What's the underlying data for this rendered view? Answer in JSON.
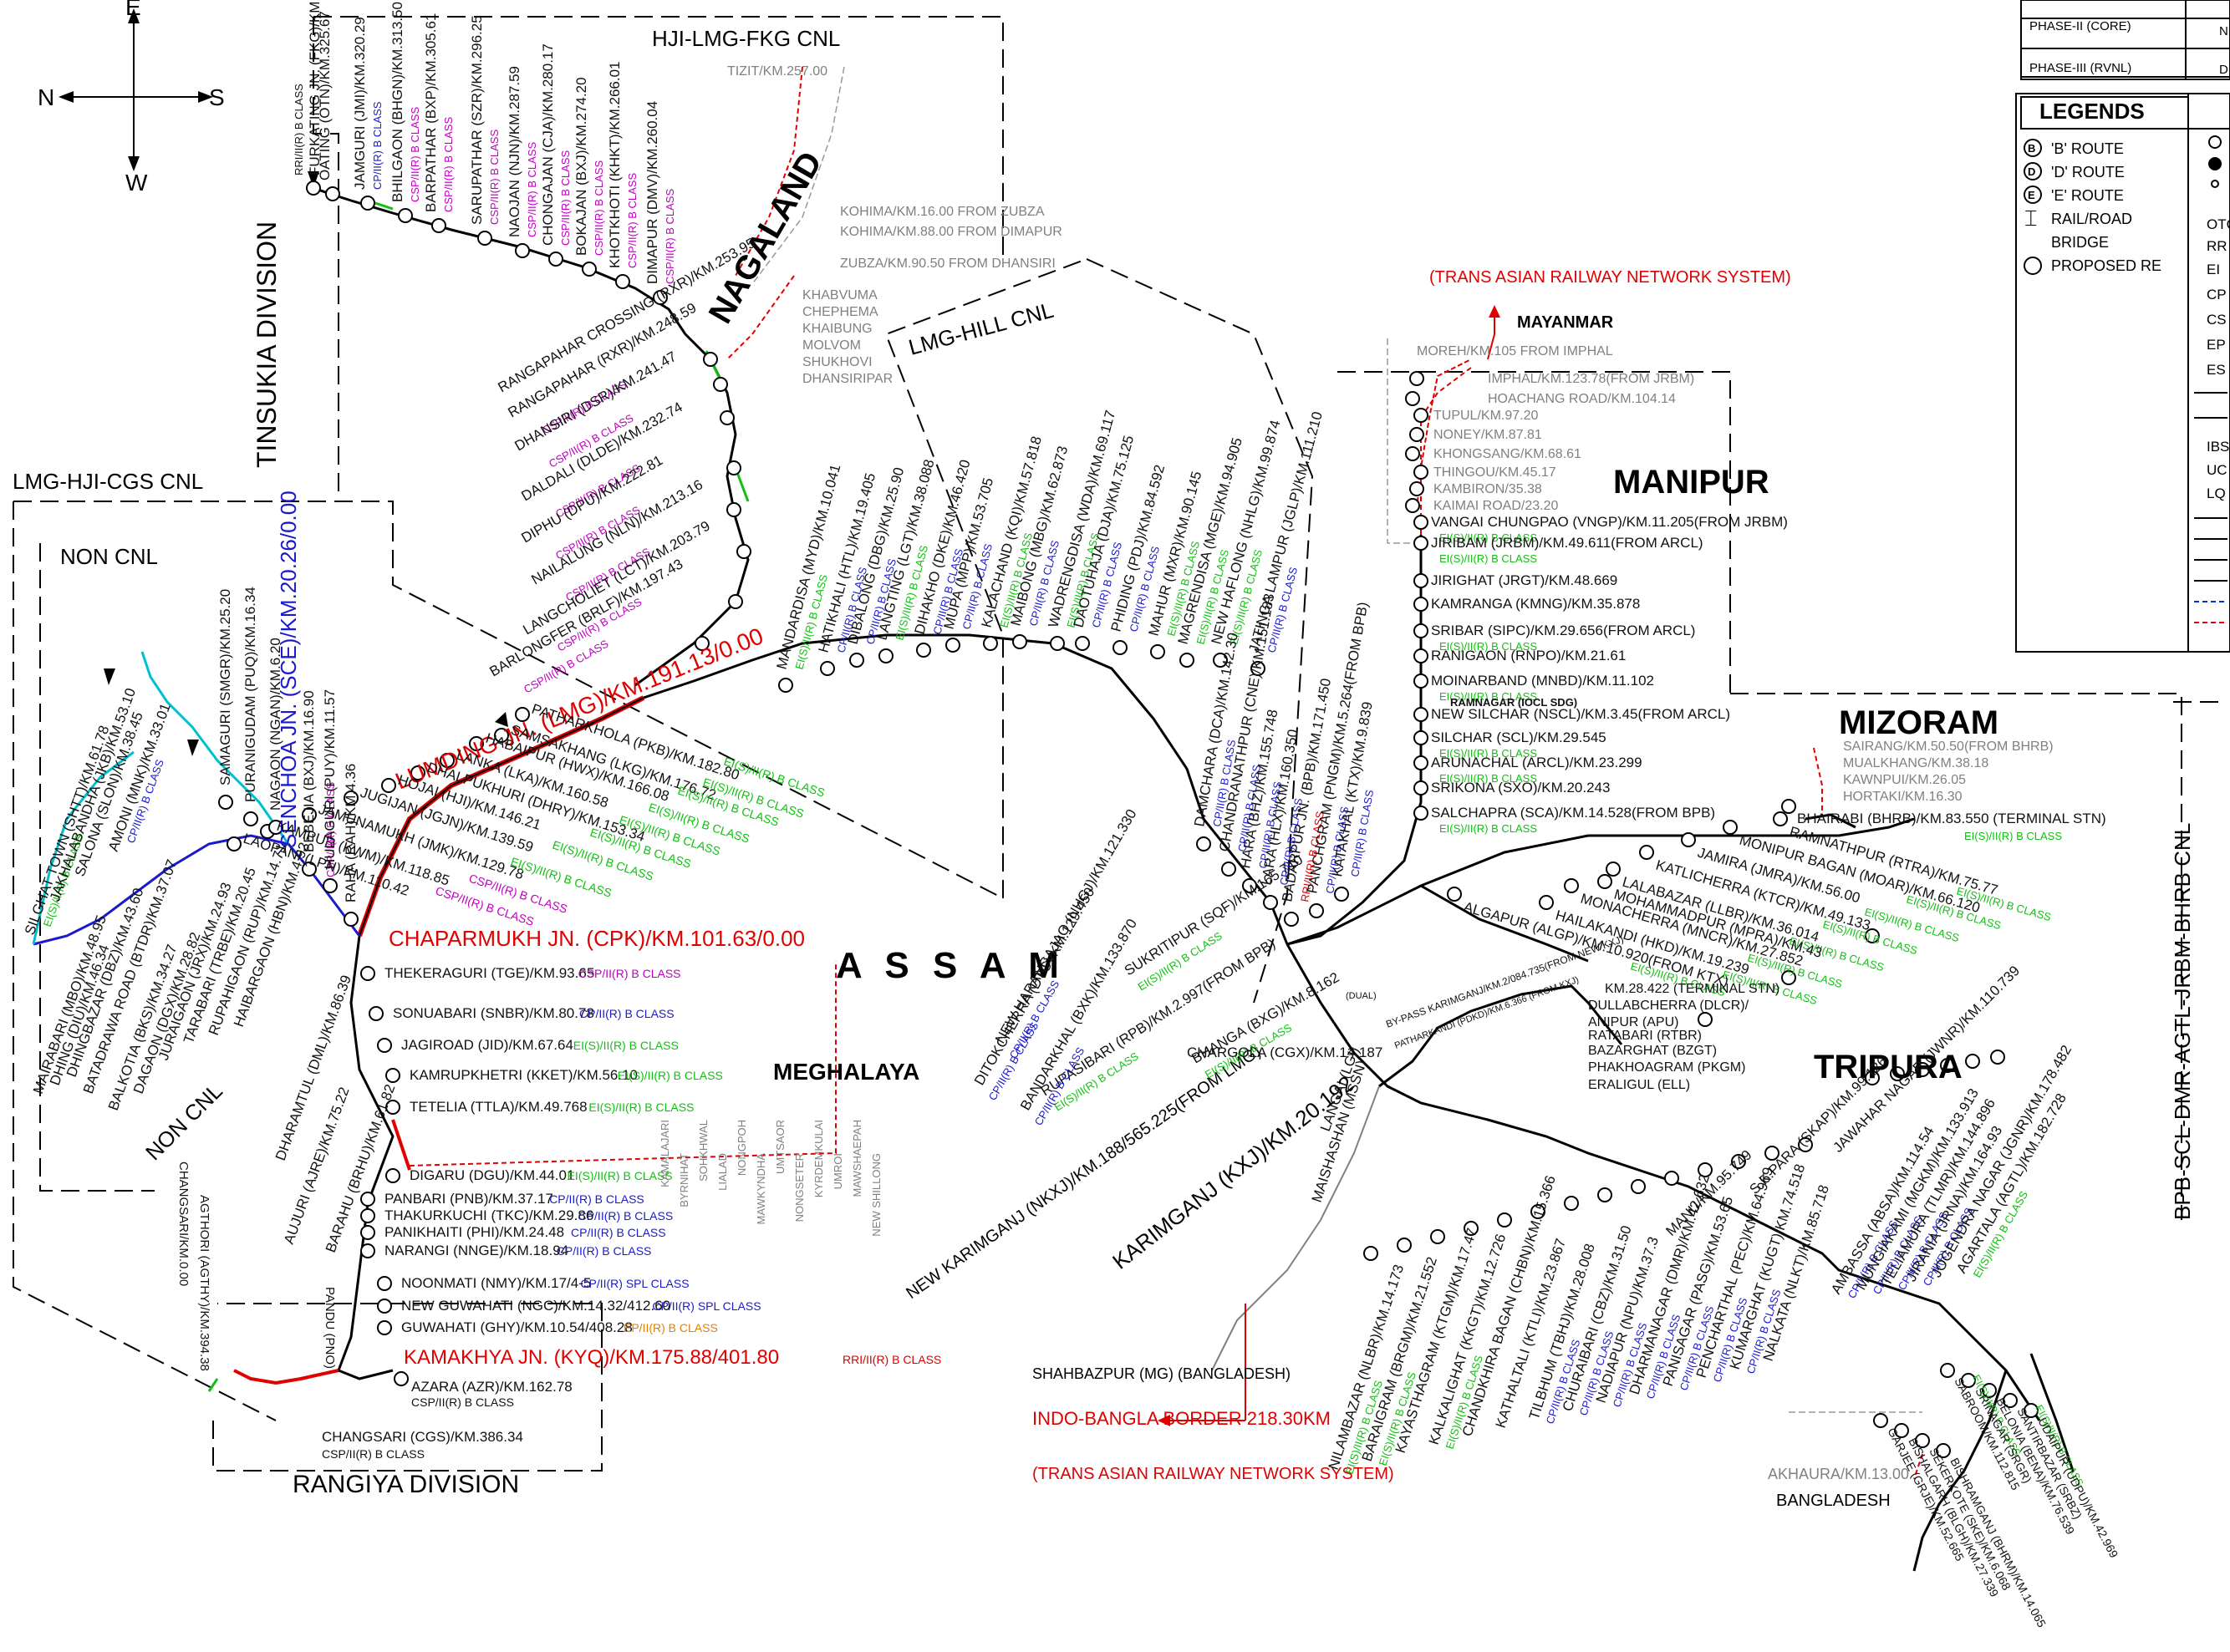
{
  "compass": {
    "north": "N",
    "south": "S",
    "east": "E",
    "west": "W"
  },
  "regions": {
    "tinsukia": "TINSUKIA DIVISION",
    "rangiya": "RANGIYA DIVISION",
    "hji_lmg_fkg": "HJI-LMG-FKG CNL",
    "lmg_hji_cgs": "LMG-HJI-CGS CNL",
    "lmg_hill": "LMG-HILL CNL",
    "non_cnl_top": "NON CNL",
    "non_cnl_side": "NON CNL",
    "bpb_scl": "BPB-SCL-DMR-AGTL-JRBM-BHRB CNL"
  },
  "states": {
    "nagaland": "NAGALAND",
    "assam": "A S S A M",
    "meghalaya": "MEGHALAYA",
    "manipur": "MANIPUR",
    "mizoram": "MIZORAM",
    "tripura": "TRIPURA",
    "mayanmar": "MAYANMAR",
    "bangladesh": "BANGLADESH"
  },
  "phase_table": {
    "rows": [
      "PHASE-II (CORE)",
      "PHASE-III (RVNL)"
    ],
    "right_cells": [
      "N",
      "D"
    ]
  },
  "legends": {
    "title": "LEGENDS",
    "items": [
      "'B' ROUTE",
      "'D' ROUTE",
      "'E' ROUTE",
      "RAIL/ROAD",
      "BRIDGE",
      "PROPOSED RE"
    ],
    "abbr": [
      "OTC",
      "RR",
      "EI",
      "CP",
      "CS",
      "EP",
      "ES",
      "IBS",
      "UC",
      "LQ"
    ]
  },
  "special": {
    "lumding": "LUMDING JN. (LMG)/KM.191.13/0.00",
    "chaparmukh": "CHAPARMUKH JN. (CPK)/KM.101.63/0.00",
    "senchoa": "SENCHOA JN. (SCE)/KM.20.26/0.00",
    "kamakhya": "KAMAKHYA JN. (KYQ)/KM.175.88/401.80",
    "kamakhya_class": "RRI/II(R) B CLASS",
    "karimganj": "KARIMGANJ (KXJ)/KM.20.192",
    "new_karimganj": "NEW KARIMGANJ (NKXJ)/KM.188/565.225(FROM LMG)",
    "trans_asian_top": "(TRANS ASIAN RAILWAY NETWORK SYSTEM)",
    "indo_bangla": "INDO-BANGLA BORDER 218.30KM",
    "trans_asian_bottom": "(TRANS ASIAN RAILWAY NETWORK SYSTEM)",
    "shahbazpur": "SHAHBAZPUR (MG) (BANGLADESH)",
    "akhaura": "AKHAURA/KM.13.00",
    "tizit": "TIZIT/KM.257.00"
  },
  "nagaland_grey": [
    "KOHIMA/KM.16.00 FROM ZUBZA",
    "KOHIMA/KM.88.00 FROM DIMAPUR",
    "ZUBZA/KM.90.50 FROM DHANSIRI",
    "KHABVUMA",
    "CHEPHEMA",
    "KHAIBUNG",
    "MOLVOM",
    "SHUKHOVI",
    "DHANSIRIPAR"
  ],
  "manipur_grey": [
    "MOREH/KM.105 FROM IMPHAL",
    "IMPHAL/KM.123.78(FROM JRBM)",
    "HOACHANG ROAD/KM.104.14",
    "TUPUL/KM.97.20",
    "NONEY/KM.87.81",
    "KHONGSANG/KM.68.61",
    "THINGOU/KM.45.17",
    "KAMBIRON/35.38",
    "KAIMAI ROAD/23.20"
  ],
  "meghalaya_stations": [
    "KAMALAJARI",
    "BYRNIHAT",
    "SOHKHWAL",
    "LIALAD",
    "NONGPOH",
    "MAWKYNDHA",
    "UMTSAOR",
    "NONGSETER",
    "KYRDEMKULAI",
    "UMROI",
    "MAWSHAEPAH",
    "NEW SHILLONG"
  ],
  "mizoram_grey": [
    "SAIRANG/KM.50.50(FROM BHRB)",
    "MUALKHANG/KM.38.18",
    "KAWNPUI/KM.26.05",
    "HORTAKI/KM.16.30"
  ],
  "tinsukia_line": [
    {
      "n": "OATING (OTN)/KM.325.67",
      "c": "",
      "col": "#000"
    },
    {
      "n": "JAMGURI (JMI)/KM.320.29",
      "c": "CP/II(R) B CLASS",
      "col": "#1a1acc"
    },
    {
      "n": "BHILGAON (BHGN)/KM.313.50",
      "c": "CSP/II(R) B CLASS",
      "col": "#c000c0"
    },
    {
      "n": "BARPATHAR (BXP)/KM.305.61",
      "c": "CSP/II(R) B CLASS",
      "col": "#c000c0"
    },
    {
      "n": "SARUPATHAR (SZR)/KM.296.25",
      "c": "CSP/II(R) B CLASS",
      "col": "#c000c0"
    },
    {
      "n": "NAOJAN (NJN)/KM.287.59",
      "c": "CSP/II(R) B CLASS",
      "col": "#c000c0"
    },
    {
      "n": "CHONGAJAN (CJA)/KM.280.17",
      "c": "CSP/II(R) B CLASS",
      "col": "#c000c0"
    },
    {
      "n": "BOKAJAN (BXJ)/KM.274.20",
      "c": "CSP/II(R) B CLASS",
      "col": "#c000c0"
    },
    {
      "n": "KHOTKHOTI (KHKT)/KM.266.01",
      "c": "CSP/II(R) B CLASS",
      "col": "#c000c0"
    },
    {
      "n": "DIMAPUR (DMV)/KM.260.04",
      "c": "CSP/II(R) B CLASS",
      "col": "#c000c0"
    }
  ],
  "furkating": {
    "n": "FURKATING JN. (FKG)/KM.329.98/0.00",
    "c": "RRI/II(R) B CLASS"
  },
  "hill_line": [
    {
      "n": "RANGAPAHAR CROSSING (RXR)/KM.253.95",
      "c": ""
    },
    {
      "n": "RANGAPAHAR (RXR)/KM.248.59",
      "c": "CSP/II(R) B CLASS",
      "col": "#c000c0"
    },
    {
      "n": "DHANSIRI (DSR)/KM.241.47",
      "c": "CSP/II(R) B CLASS",
      "col": "#c000c0"
    },
    {
      "n": "DALDALI (DLDE)/KM.232.74",
      "c": "CSP/II(R) B CLASS",
      "col": "#c000c0"
    },
    {
      "n": "DIPHU (DPU)/KM.222.81",
      "c": "CSP/II(R) B CLASS",
      "col": "#c000c0"
    },
    {
      "n": "NAILALUNG (NLN)/KM.213.16",
      "c": "CSP/II(R) B CLASS",
      "col": "#c000c0"
    },
    {
      "n": "LANGCHOLIET (LCT)/KM.203.79",
      "c": "CSP/II(R) B CLASS",
      "col": "#c000c0"
    },
    {
      "n": "BARLONGFER (BRLF)/KM.197.43",
      "c": "CSP/II(R) B CLASS",
      "col": "#c000c0"
    }
  ],
  "lmg_hill_line": [
    {
      "n": "MANDARDISA (MYD)/KM.10.041",
      "c": "EI(S)/II(R) B CLASS",
      "col": "#10c010"
    },
    {
      "n": "HATIKHALI (HTL)/KM.19.405",
      "c": "CP/II(R) B CLASS",
      "col": "#1a1acc"
    },
    {
      "n": "DIBALONG (DBG)/KM.25.90",
      "c": "CP/II(R) B CLASS",
      "col": "#1a1acc"
    },
    {
      "n": "LANGTING (LGT)/KM.38.088",
      "c": "EI(S)/II(R) B CLASS",
      "col": "#10c010"
    },
    {
      "n": "DIHAKHO (DKE)/KM.46.420",
      "c": "CP/II(R) B CLASS",
      "col": "#1a1acc"
    },
    {
      "n": "MUPA (MPP)/KM.53.705",
      "c": "CP/II(R) B CLASS",
      "col": "#1a1acc"
    },
    {
      "n": "KALACHAND (KQI)/KM.57.818",
      "c": "EI(S)/II(R) B CLASS",
      "col": "#10c010"
    },
    {
      "n": "MAIBONG (MBG)/KM.62.873",
      "c": "CP/II(R) B CLASS",
      "col": "#1a1acc"
    },
    {
      "n": "WADRENGDISA (WDA)/KM.69.117",
      "c": "EI(S)/II(R) B CLASS",
      "col": "#10c010"
    },
    {
      "n": "DAOTUHAJA (DJA)/KM.75.125",
      "c": "CP/II(R) B CLASS",
      "col": "#1a1acc"
    },
    {
      "n": "PHIDING (PDJ)/KM.84.592",
      "c": "CP/II(R) B CLASS",
      "col": "#1a1acc"
    },
    {
      "n": "MAHUR (MXR)/KM.90.145",
      "c": "EI(S)/II(R) B CLASS",
      "col": "#10c010"
    },
    {
      "n": "MAGRENDISA (MGE)/KM.94.905",
      "c": "EI(S)/II(R) B CLASS",
      "col": "#10c010"
    },
    {
      "n": "NEW HAFLONG (NHLG)/KM.99.874",
      "c": "EI(S)/II(R) B CLASS",
      "col": "#10c010"
    },
    {
      "n": "JATINGA LAMPUR (JGLP)/KM.111.210",
      "c": "CP/II(R) B CLASS",
      "col": "#1a1acc"
    }
  ],
  "barak_line": [
    {
      "n": "DAMCHARA (DCA)/KM.142.30",
      "c": "CP/II(R) B CLASS",
      "col": "#1a1acc"
    },
    {
      "n": "CHANDRANATHPUR (CNE)/KM.151.183",
      "c": "CP/II(R) B CLASS",
      "col": "#1a1acc"
    },
    {
      "n": "HARA (BHZ)/KM.155.748",
      "c": "CP/II(R) B CLASS",
      "col": "#1a1acc"
    },
    {
      "n": "LARA (HLX)/KM.160.350",
      "c": "CP/II(R) B CLASS",
      "col": "#1a1acc"
    },
    {
      "n": "BADARPUR JN. (BPB)/KM.171.450",
      "c": "RRI/II(R) B CLASS",
      "col": "#e00000"
    },
    {
      "n": "PANCHGRAM (PNGM)/KM.5.264(FROM BPB)",
      "c": "CP/II(R) B CLASS",
      "col": "#1a1acc"
    },
    {
      "n": "KATAKHAL (KTX)/KM.9.839",
      "c": "CP/II(R) B CLASS",
      "col": "#1a1acc"
    }
  ],
  "lmg_east": [
    {
      "n": "PATHARKHOLA (PKB)/KM.182.80",
      "c": "EI(S)/II(R) B CLASS",
      "col": "#10c010"
    },
    {
      "n": "SAMSAKHANG (LKG)/KM.176.72",
      "c": "EI(S)/II(R) B CLASS",
      "col": "#10c010"
    },
    {
      "n": "HABAIPUR (HWX)/KM.166.08",
      "c": "EI(S)/II(R) B CLASS",
      "col": "#10c010"
    },
    {
      "n": "LANKA (LKA)/KM.160.58",
      "c": "EI(S)/II(R) B CLASS",
      "col": "#10c010"
    },
    {
      "n": "DHALPUKHURI (DHRY)/KM.153.34",
      "c": "EI(S)/II(R) B CLASS",
      "col": "#10c010"
    },
    {
      "n": "HOJAI (HJI)/KM.146.21",
      "c": "EI(S)/II(R) B CLASS",
      "col": "#10c010"
    },
    {
      "n": "JUGIJAN (JGJN)/KM.139.59",
      "c": "EI(S)/II(R) B CLASS",
      "col": "#10c010"
    },
    {
      "n": "JAMUNAMUKH (JMK)/KM.129.78",
      "c": "EI(S)/II(R) B CLASS",
      "col": "#10c010"
    },
    {
      "n": "KAMPUR (KWM)/KM.118.85",
      "c": "CSP/II(R) B CLASS",
      "col": "#c000c0"
    },
    {
      "n": "LAOPANI (LPN)/KM.110.42",
      "c": "CSP/II(R) B CLASS",
      "col": "#c000c0"
    }
  ],
  "cpk_south": [
    {
      "n": "THEKERAGURI (TGE)/KM.93.65",
      "c": "CSP/II(R) B CLASS",
      "col": "#c000c0"
    },
    {
      "n": "SONUABARI (SNBR)/KM.80.78",
      "c": "CP/II(R) B CLASS",
      "col": "#1a1acc"
    },
    {
      "n": "JAGIROAD (JID)/KM.67.64",
      "c": "EI(S)/II(R) B CLASS",
      "col": "#10c010"
    },
    {
      "n": "KAMRUPKHETRI (KKET)/KM.56.10",
      "c": "EI(S)/II(R) B CLASS",
      "col": "#10c010"
    },
    {
      "n": "TETELIA (TTLA)/KM.49.768",
      "c": "EI(S)/II(R) B CLASS",
      "col": "#10c010"
    },
    {
      "n": "DIGARU (DGU)/KM.44.01",
      "c": "EI(S)/II(R) B CLASS",
      "col": "#10c010"
    },
    {
      "n": "PANBARI (PNB)/KM.37.17",
      "c": "CP/II(R) B CLASS",
      "col": "#1a1acc"
    },
    {
      "n": "THAKURKUCHI (TKC)/KM.29.86",
      "c": "CP/II(R) B CLASS",
      "col": "#1a1acc"
    },
    {
      "n": "PANIKHAITI (PHI)/KM.24.48",
      "c": "CP/II(R) B CLASS",
      "col": "#1a1acc"
    },
    {
      "n": "NARANGI (NNGE)/KM.18.94",
      "c": "CP/II(R) B CLASS",
      "col": "#1a1acc"
    },
    {
      "n": "NOONMATI (NMY)/KM.17/4-5",
      "c": "CP/II(R) SPL CLASS",
      "col": "#1a1acc"
    },
    {
      "n": "NEW GUWAHATI (NGC)/KM.14.32/412.60",
      "c": "CP/II(R) SPL CLASS",
      "col": "#1a1acc"
    },
    {
      "n": "GUWAHATI (GHY)/KM.10.54/408.28",
      "c": "EP/II(R) B CLASS",
      "col": "#e08000"
    }
  ],
  "azara": {
    "n": "AZARA (AZR)/KM.162.78",
    "c": "CSP/II(R) B CLASS"
  },
  "changsari": {
    "n": "CHANGSARI (CGS)/KM.386.34",
    "c": "CSP/II(R) B CLASS"
  },
  "senchoa_line": [
    {
      "n": "SAMAGURI (SMGR)/KM.25.20",
      "c": "",
      "col": "#000"
    },
    {
      "n": "PURANIGUDAM (PUQ)/KM.16.34",
      "c": "",
      "col": "#000"
    },
    {
      "n": "NAGAON (NGAN)/KM.6.20",
      "c": "",
      "col": "#000"
    },
    {
      "n": "BEBEJIA (BXJ)/KM.16.90",
      "c": "CSP/II(R) B CLASS",
      "col": "#c000c0"
    },
    {
      "n": "HULAGURI (PUY)/KM.11.57",
      "c": "",
      "col": "#000"
    },
    {
      "n": "RAHA (RAH)/KM.4.36",
      "c": "",
      "col": "#000"
    }
  ],
  "west_stations": [
    {
      "n": "SILGHAT TOWN (SHTT)/KM.61.78",
      "c": "EI(S)/II(R) B CLASS",
      "col": "#10c010"
    },
    {
      "n": "JAKHALABANDHA (JKB)/KM.53.10",
      "c": "",
      "col": "#000"
    },
    {
      "n": "SALONA (SLON)/KM.38.45",
      "c": "",
      "col": "#000"
    },
    {
      "n": "AMONI (MNK)/KM.33.01",
      "c": "CP/II(R) B CLASS",
      "col": "#1a1acc"
    },
    {
      "n": "MAIRABARI (MBO)/KM.48.95",
      "c": "",
      "col": "#000"
    },
    {
      "n": "DHING (DIU)/KM.46.34",
      "c": "",
      "col": "#000"
    },
    {
      "n": "DHINGBAZAR (DBZ)/KM.43.60",
      "c": "",
      "col": "#000"
    },
    {
      "n": "BATADRAWA ROAD (BTDR)/KM.37.07",
      "c": "",
      "col": "#000"
    },
    {
      "n": "BALKOTIA (BKS)/KM.34.27",
      "c": "",
      "col": "#000"
    },
    {
      "n": "DAGAON (DGX)/KM.28.82",
      "c": "",
      "col": "#000"
    },
    {
      "n": "JURAIGAON (JRX)/KM.24.93",
      "c": "",
      "col": "#000"
    },
    {
      "n": "TARABARI (TRBE)/KM.20.45",
      "c": "",
      "col": "#000"
    },
    {
      "n": "RUPAHIGAON (RUP)/KM.14.71",
      "c": "",
      "col": "#000"
    },
    {
      "n": "HAIBARGAON (HBN)/KM.4.92",
      "c": "",
      "col": "#000"
    },
    {
      "n": "DHARAMTUL (DML)/KM.86.39",
      "c": "",
      "col": "#000"
    },
    {
      "n": "AUJURI (AJRE)/KM.75.22",
      "c": "",
      "col": "#000"
    },
    {
      "n": "BARAHU (BRHU)/KM.61.82",
      "c": "",
      "col": "#000"
    }
  ],
  "manipur_line": [
    {
      "n": "VANGAI CHUNGPAO (VNGP)/KM.11.205(FROM JRBM)",
      "c": "EI(S)/II(R) B CLASS",
      "col": "#10c010"
    },
    {
      "n": "JIRIBAM (JRBM)/KM.49.611(FROM ARCL)",
      "c": "EI(S)/II(R) B CLASS",
      "col": "#10c010"
    },
    {
      "n": "JIRIGHAT (JRGT)/KM.48.669",
      "c": "",
      "col": "#000"
    },
    {
      "n": "KAMRANGA (KMNG)/KM.35.878",
      "c": "",
      "col": "#000"
    },
    {
      "n": "SRIBAR (SIPC)/KM.29.656(FROM ARCL)",
      "c": "EI(S)/II(R) B CLASS",
      "col": "#10c010"
    },
    {
      "n": "RANIGAON (RNPO)/KM.21.61",
      "c": "",
      "col": "#000"
    },
    {
      "n": "MOINARBAND (MNBD)/KM.11.102",
      "c": "EI(S)/II(R) B CLASS",
      "col": "#10c010"
    },
    {
      "n": "NEW SILCHAR (NSCL)/KM.3.45(FROM ARCL)",
      "c": "",
      "col": "#000"
    },
    {
      "n": "SILCHAR (SCL)/KM.29.545",
      "c": "EI(S)/II(R) B CLASS",
      "col": "#10c010"
    },
    {
      "n": "ARUNACHAL (ARCL)/KM.23.299",
      "c": "EI(S)/II(R) B CLASS",
      "col": "#10c010"
    },
    {
      "n": "SRIKONA (SXO)/KM.20.243",
      "c": "",
      "col": "#000"
    },
    {
      "n": "SALCHAPRA (SCA)/KM.14.528(FROM BPB)",
      "c": "EI(S)/II(R) B CLASS",
      "col": "#10c010"
    }
  ],
  "mizoram_line": [
    {
      "n": "BHAIRABI (BHRB)/KM.83.550 (TERMINAL STN)",
      "c": "EI(S)/II(R) B CLASS",
      "col": "#10c010"
    },
    {
      "n": "RAMNATHPUR (RTRA)/KM.75.77",
      "c": "EI(S)/II(R) B CLASS",
      "col": "#10c010"
    },
    {
      "n": "MONIPUR BAGAN (MOAR)/KM.66.120",
      "c": "EI(S)/II(R) B CLASS",
      "col": "#10c010"
    },
    {
      "n": "JAMIRA (JMRA)/KM.56.00",
      "c": "EI(S)/II(R) B CLASS",
      "col": "#10c010"
    },
    {
      "n": "KATLICHERRA (KTCR)/KM.49.133",
      "c": "EI(S)/II(R) B CLASS",
      "col": "#10c010"
    },
    {
      "n": "LALABAZAR (LLBR)/KM.36.014",
      "c": "EI(S)/II(R) B CLASS",
      "col": "#10c010"
    },
    {
      "n": "MOHAMMADPUR (MPRA)/KM.43",
      "c": "",
      "col": "#000"
    },
    {
      "n": "MONACHERRA (MNCR)/KM.27.852",
      "c": "EI(S)/II(R) B CLASS",
      "col": "#10c010"
    },
    {
      "n": "HAILAKANDI (HKD)/KM.19.239",
      "c": "EI(S)/II(R) B CLASS",
      "col": "#10c010"
    },
    {
      "n": "ALGAPUR (ALGP)/KM.10.920(FROM KTX)",
      "c": "EI(S)/II(R) B CLASS",
      "col": "#10c010"
    }
  ],
  "tripura_north": [
    {
      "n": "KM.28.422 (TERMINAL STN)",
      "c": "",
      "col": "#000"
    },
    {
      "n": "DULLABCHERRA (DLCR)/",
      "c": "",
      "col": "#000"
    },
    {
      "n": "ANIPUR (APU)",
      "c": "",
      "col": "#000"
    },
    {
      "n": "RATABARI (RTBR)",
      "c": "",
      "col": "#000"
    },
    {
      "n": "BAZARGHAT (BZGT)",
      "c": "",
      "col": "#000"
    },
    {
      "n": "PHAKHOAGRAM (PKGM)",
      "c": "",
      "col": "#000"
    },
    {
      "n": "ERALIGUL (ELL)",
      "c": "",
      "col": "#000"
    }
  ],
  "sw_stations": [
    {
      "n": "SUKRITIPUR (SQF)/KM.165.710",
      "c": "EI(S)/II(R) B CLASS",
      "col": "#10c010"
    },
    {
      "n": "RUPASIBARI (RPB)/KM.2.997(FROM BPB)",
      "c": "EI(S)/II(R) B CLASS",
      "col": "#10c010"
    },
    {
      "n": "BHANGA (BXG)/KM.8.162",
      "c": "EI(S)/II(R) B CLASS",
      "col": "#10c010"
    },
    {
      "n": "NEW HARANGAJAO (NHGJ)/KM.121.330",
      "c": "CP/II(R) B CLASS",
      "col": "#1a1acc"
    },
    {
      "n": "DITOKCHERRA (DTC)/KM.129.450",
      "c": "CP/II(R) B CLASS",
      "col": "#1a1acc"
    },
    {
      "n": "BANDARKHAL (BXK)/KM.133.870",
      "c": "CP/II(R) B CLASS",
      "col": "#1a1acc"
    },
    {
      "n": "CHARGOLA (CGX)/KM.14.187",
      "c": "",
      "col": "#000"
    },
    {
      "n": "LANGAI (LGI)",
      "c": "",
      "col": "#000"
    },
    {
      "n": "MAISHASHAN (MSSN)",
      "c": "",
      "col": "#000"
    }
  ],
  "tripura_south": [
    {
      "n": "NILAMBAZAR (NLBR)/KM.14.173",
      "c": "EI(S)/II(R) B CLASS",
      "col": "#10c010"
    },
    {
      "n": "BARAIGRAM (BRGM)/KM.21.552",
      "c": "EI(S)/II(R) B CLASS",
      "col": "#10c010"
    },
    {
      "n": "KAYASTHAGRAM (KTGM)/KM.17.47",
      "c": "",
      "col": "#000"
    },
    {
      "n": "KALKALIGHAT (KKGT)/KM.12.726",
      "c": "EI(S)/II(R) B CLASS",
      "col": "#10c010"
    },
    {
      "n": "CHANDKHIRA BAGAN (CHBN)/KM.15.366",
      "c": "",
      "col": "#000"
    },
    {
      "n": "KATHALTALI (KTLI)/KM.23.867",
      "c": "",
      "col": "#000"
    },
    {
      "n": "TILBHUM (TBHJ)/KM.28.008",
      "c": "CP/II(R) B CLASS",
      "col": "#1a1acc"
    },
    {
      "n": "CHURAIBARI (CBZ)/KM.31.50",
      "c": "CP/II(R) B CLASS",
      "col": "#1a1acc"
    },
    {
      "n": "NADIAPUR (NPU)/KM.37.3",
      "c": "CP/II(R) B CLASS",
      "col": "#1a1acc"
    },
    {
      "n": "DHARMANAGAR (DMR)/KM.42.632",
      "c": "CP/II(R) B CLASS",
      "col": "#1a1acc"
    },
    {
      "n": "PANISAGAR (PASG)/KM.53.65",
      "c": "CP/II(R) B CLASS",
      "col": "#1a1acc"
    },
    {
      "n": "PENCHARTHAL (PEC)/KM.64.969",
      "c": "CP/II(R) B CLASS",
      "col": "#1a1acc"
    },
    {
      "n": "KUMARGHAT (KUGT)/KM.74.518",
      "c": "CP/II(R) B CLASS",
      "col": "#1a1acc"
    },
    {
      "n": "NALKATA (NLKT)/KM.85.718",
      "c": "",
      "col": "#000"
    },
    {
      "n": "MANU/KM.95.749",
      "c": "",
      "col": "#000"
    },
    {
      "n": "S.K.PARA (SKAP)/KM.99.126",
      "c": "",
      "col": "#000"
    },
    {
      "n": "JAWAHAR NAGAR (JWNR)/KM.110.739",
      "c": "",
      "col": "#000"
    },
    {
      "n": "AMBASSA (ABSA)/KM.114.54",
      "c": "CP/II(R) B CLASS",
      "col": "#1a1acc"
    },
    {
      "n": "MUNGIAKAMI (MGKM)/KM.133.913",
      "c": "CP/II(R) B CLASS",
      "col": "#1a1acc"
    },
    {
      "n": "TELIAMURA (TLMR)/KM.144.896",
      "c": "CP/II(R) B CLASS",
      "col": "#1a1acc"
    },
    {
      "n": "JIRANIA (JRNA)/KM.164.93",
      "c": "CP/II(R) B CLASS",
      "col": "#1a1acc"
    },
    {
      "n": "JOGENDRA NAGAR (JGNR)/KM.178.482",
      "c": "",
      "col": "#000"
    },
    {
      "n": "AGARTALA (AGTL)/KM.182.728",
      "c": "EI(S)/II(R) B CLASS",
      "col": "#10c010"
    }
  ],
  "tripura_deep": [
    {
      "n": "SABROOM/KM.112.815",
      "c": "EI(S)/II(R) B CLASS",
      "col": "#10c010"
    },
    {
      "n": "SRINAGAR (SRGR)",
      "c": "",
      "col": "#000"
    },
    {
      "n": "BELONIA (BENA)/KM.76.539",
      "c": "",
      "col": "#000"
    },
    {
      "n": "SANTIRBAZAR (SRBZ)",
      "c": "EI(S)/II(R) B CLASS",
      "col": "#10c010"
    },
    {
      "n": "UDAIPUR (UDPU)/KM.42.969",
      "c": "",
      "col": "#000"
    },
    {
      "n": "GARJEE (GRJE)/KM.52.665",
      "c": "",
      "col": "#000"
    },
    {
      "n": "BISHALGARH (BLGH)/KM.27.339",
      "c": "",
      "col": "#000"
    },
    {
      "n": "SEKERKOTE (SKE)/KM.6.068",
      "c": "",
      "col": "#000"
    },
    {
      "n": "BISHRAMGANJ (BHRM)/KM.14.065",
      "c": "",
      "col": "#000"
    }
  ],
  "misc": {
    "ramnagar": "RAMNAGAR (IOCL SDG)",
    "bypass": "BY-PASS KARIMGANJ/KM.2/084.735(FROM NEW KXJ)",
    "pathar_kandi": "PATHARKANDI (PDKD)/KM.6.366 (FROM KXJ)",
    "dual": "(DUAL)",
    "changsari_side": "CHANGSARI/KM.0.00",
    "agthori": "AGTHORI (AGTHY)/KM.394.38",
    "pandu": "PANDU (PNO)"
  },
  "colors": {
    "lumding": "#e00000",
    "green": "#10c010",
    "blue": "#1a1acc",
    "magenta": "#c000c0",
    "red": "#e00000",
    "cyan": "#00c0d0",
    "grey": "#808080",
    "orange": "#e08000"
  }
}
